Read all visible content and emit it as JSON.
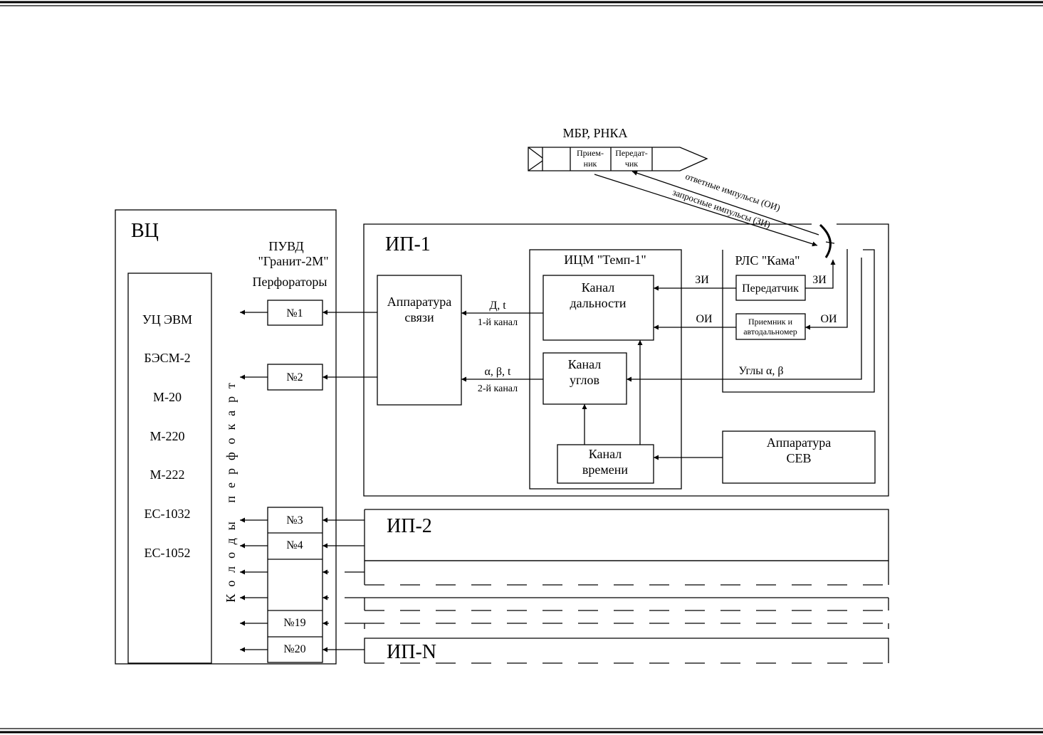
{
  "missile": {
    "title": "МБР, РНКА",
    "receiver": [
      "Прием-",
      "ник"
    ],
    "transmitter": [
      "Передат-",
      "чик"
    ]
  },
  "links": {
    "response": "ответные импульсы (ОИ)",
    "request": "запросные импульсы (ЗИ)"
  },
  "vc": {
    "title": "ВЦ",
    "computers": [
      "УЦ ЭВМ",
      "БЭСМ-2",
      "М-20",
      "М-220",
      "М-222",
      "ЕС-1032",
      "ЕС-1052"
    ]
  },
  "puvd": {
    "title": "ПУВД",
    "name": "\"Гранит-2М\"",
    "perforators": "Перфораторы",
    "deck": "Колоды перфокарт"
  },
  "slots": [
    "№1",
    "№2",
    "№3",
    "№4",
    "№19",
    "№20"
  ],
  "ip1": {
    "title": "ИП-1",
    "comm": [
      "Аппаратура",
      "связи"
    ],
    "ch1_top": "Д, t",
    "ch1_bot": "1-й канал",
    "ch2_top": "α, β, t",
    "ch2_bot": "2-й канал",
    "icm": "ИЦМ \"Темп-1\"",
    "range": [
      "Канал",
      "дальности"
    ],
    "angles": [
      "Канал",
      "углов"
    ],
    "time": [
      "Канал",
      "времени"
    ],
    "rls": "РЛС \"Кама\"",
    "tx": "Передатчик",
    "rx": [
      "Приемник и",
      "автодальномер"
    ],
    "zi": "ЗИ",
    "oi": "ОИ",
    "angles_label": "Углы  α, β",
    "sev": [
      "Аппаратура",
      "СЕВ"
    ]
  },
  "ip2": {
    "title": "ИП-2"
  },
  "ipn": {
    "title": "ИП-N"
  }
}
